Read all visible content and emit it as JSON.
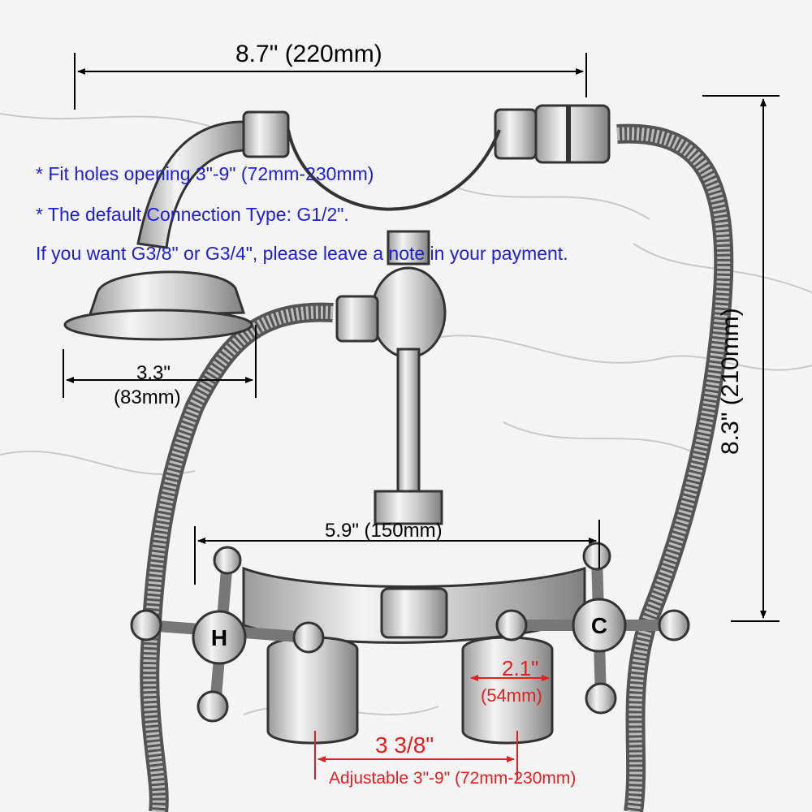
{
  "colors": {
    "note_text": "#2020d0",
    "dimension_text": "#000000",
    "highlight_text": "#e02020",
    "background": "#f4f4f4",
    "metal": "#d6d6d6"
  },
  "notes": [
    "* Fit holes opening 3\"-9\" (72mm-230mm)",
    "* The default Connection Type: G1/2\".",
    "If you want G3/8\" or G3/4\", please leave a note in your payment."
  ],
  "dimensions": {
    "handset_width": "8.7\" (220mm)",
    "overall_height": "8.3\" (210mm)",
    "shower_head_inch": "3.3\"",
    "shower_head_mm": "(83mm)",
    "handle_span": "5.9\" (150mm)",
    "inlet_inch": "2.1\"",
    "inlet_mm": "(54mm)",
    "centers": "3 3/8\"",
    "adjustable": "Adjustable 3\"-9\" (72mm-230mm)"
  },
  "handles": {
    "hot_label": "H",
    "cold_label": "C"
  }
}
